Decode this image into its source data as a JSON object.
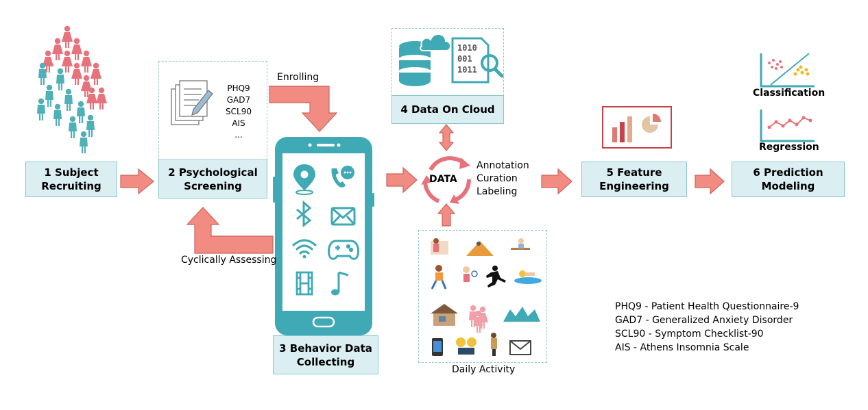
{
  "steps": {
    "s1": {
      "line1": "1 Subject",
      "line2": "Recruiting"
    },
    "s2": {
      "line1": "2 Psychological",
      "line2": "Screening"
    },
    "s3": {
      "line1": "3 Behavior Data",
      "line2": "Collecting"
    },
    "s4": {
      "line1": "4 Data On Cloud"
    },
    "s5": {
      "line1": "5 Feature",
      "line2": "Engineering"
    },
    "s6": {
      "line1": "6 Prediction",
      "line2": "Modeling"
    }
  },
  "screening": {
    "items": [
      "PHQ9",
      "GAD7",
      "SCL90",
      "AIS",
      "..."
    ]
  },
  "flow": {
    "enrolling": "Enrolling",
    "cyclically": "Cyclically Assessing"
  },
  "data_hub": {
    "center": "DATA",
    "ops": [
      "Annotation",
      "Curation",
      "Labeling"
    ]
  },
  "cloud": {
    "binary": [
      "1010",
      "001",
      "1011"
    ]
  },
  "daily": {
    "label": "Daily Activity"
  },
  "modeling": {
    "classification": "Classification",
    "regression": "Regression"
  },
  "legend": [
    "PHQ9 - Patient Health Questionnaire-9",
    "GAD7 - Generalized Anxiety Disorder",
    "SCL90 - Symptom Checklist-90",
    "AIS - Athens Insomnia Scale"
  ],
  "colors": {
    "box_fill": "#dbeff3",
    "box_border": "#8cc5d0",
    "arrow": "#f28b82",
    "teal": "#3fa9b5",
    "person_red": "#e8727b",
    "person_teal": "#4fb0b8"
  },
  "icons": [
    "location-pin-icon",
    "phone-chat-icon",
    "bluetooth-icon",
    "mail-icon",
    "wifi-icon",
    "gamepad-icon",
    "film-icon",
    "music-icon",
    "database-cloud-icon",
    "binary-search-icon",
    "bar-pie-chart-icon",
    "scatter-plot-icon",
    "line-chart-icon",
    "documents-pen-icon"
  ]
}
